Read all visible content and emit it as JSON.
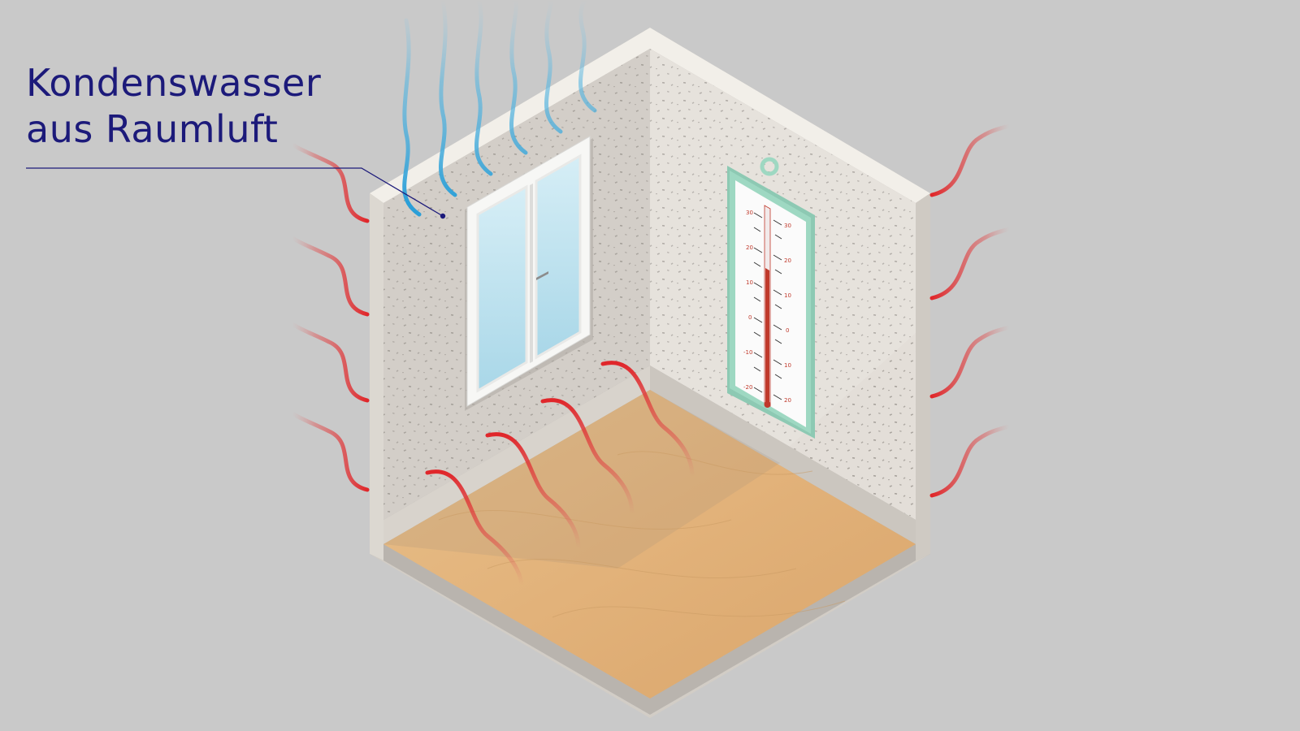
{
  "callout": {
    "line1": "Kondenswasser",
    "line2": "aus Raumluft"
  },
  "colors": {
    "background": "#c9c9c9",
    "callout_text": "#1c1a7a",
    "condensation_waves": "#3aa6d6",
    "heat_waves": "#e0262a",
    "floor": "#e4b77c",
    "thermometer_frame": "#9ed8c2",
    "thermometer_liquid": "#c0392b"
  },
  "thermometer": {
    "scale_left": [
      "30",
      "20",
      "10",
      "0",
      "-10",
      "-20"
    ],
    "scale_right": [
      "30",
      "20",
      "10",
      "0",
      "10",
      "20"
    ]
  }
}
